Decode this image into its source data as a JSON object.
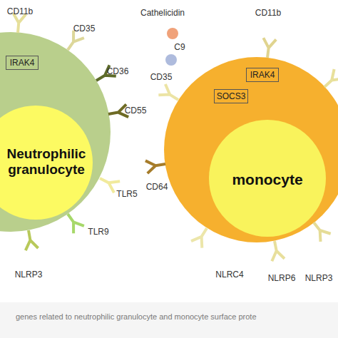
{
  "diagram": {
    "caption": "genes related to neutrophilic granulocyte and monocyte surface prote",
    "nodes": [
      {
        "text": [
          "Neutrophilic granulocyte"
        ]
      },
      {
        "text": [
          "IRAK4"
        ],
        "in": 0
      },
      {
        "text": [
          "monocyte"
        ]
      },
      {
        "text": [
          "IRAK4"
        ],
        "in": 2
      },
      {
        "text": [
          "SOCS3"
        ],
        "in": 2
      }
    ],
    "labels": [
      "Cathelicidin",
      "C9",
      "CD11b",
      "CD35",
      "CD36",
      "CD55",
      "TLR5",
      "TLR9",
      "NLRP3",
      "CD11b",
      "CD35",
      "CD64",
      "NLRC4",
      "NLRP6",
      "NLRP3"
    ]
  }
}
